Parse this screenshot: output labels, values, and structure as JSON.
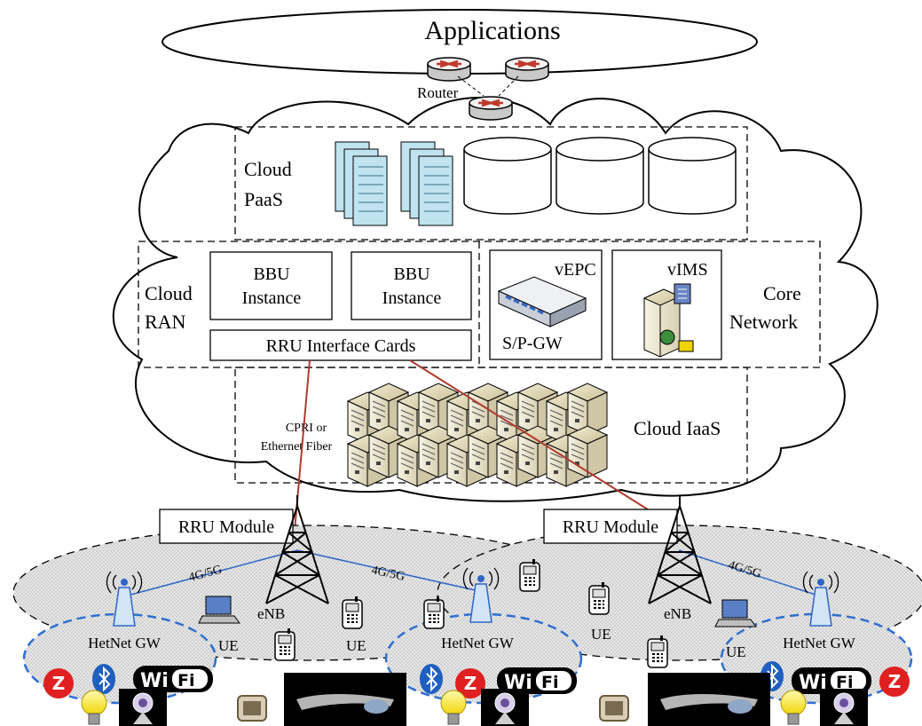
{
  "title": "Applications",
  "router_label": "Router",
  "paas": {
    "line1": "Cloud",
    "line2": "PaaS"
  },
  "ran": {
    "line1": "Cloud",
    "line2": "RAN",
    "bbu": [
      {
        "line1": "BBU",
        "line2": "Instance"
      },
      {
        "line1": "BBU",
        "line2": "Instance"
      }
    ],
    "rru_cards": "RRU Interface Cards"
  },
  "core": {
    "line1": "Core",
    "line2": "Network",
    "vepc": "vEPC",
    "spgw": "S/P-GW",
    "vims": "vIMS"
  },
  "iaas": "Cloud IaaS",
  "fiber": {
    "line1": "CPRI or",
    "line2": "Ethernet Fiber"
  },
  "rru_module": [
    "RRU Module",
    "RRU Module"
  ],
  "enb": [
    "eNB",
    "eNB"
  ],
  "ue": [
    "UE",
    "UE",
    "UE",
    "UE"
  ],
  "hetnet_gw": [
    "HetNet GW",
    "HetNet GW",
    "HetNet GW"
  ],
  "link_label": [
    "4G/5G",
    "4G/5G",
    "4G/5G"
  ],
  "wifi": {
    "a": "Wi",
    "b": "Fi"
  },
  "colors": {
    "fiber": "#b03a2e",
    "wireless": "#2e66c8",
    "hetnet_border": "#2e6fd1",
    "file": "#bfe3ef"
  }
}
